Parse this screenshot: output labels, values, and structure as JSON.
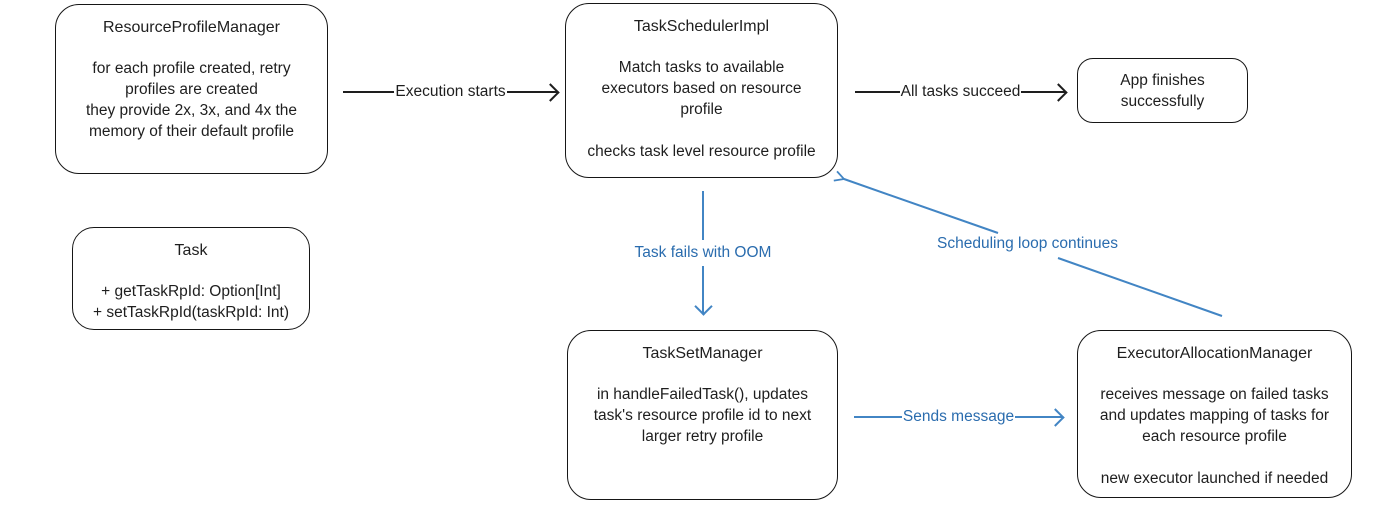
{
  "canvas": {
    "background": "#ffffff",
    "ink_color": "#1e1e1e",
    "border_color": "#161616",
    "blue_line_color": "#4285c4",
    "blue_text_color": "#2a6cae"
  },
  "boxes": {
    "rpm": {
      "title": "ResourceProfileManager",
      "p1": "for each profile created, retry\nprofiles are created\nthey provide 2x, 3x, and 4x the\nmemory of their default profile"
    },
    "task": {
      "title": "Task",
      "p1": "+ getTaskRpId: Option[Int]\n+ setTaskRpId(taskRpId: Int)"
    },
    "tsi": {
      "title": "TaskSchedulerImpl",
      "p1": "Match tasks to available\nexecutors based on resource\nprofile",
      "p2": "checks task level resource profile"
    },
    "app": {
      "p1": "App finishes\nsuccessfully"
    },
    "tsm": {
      "title": "TaskSetManager",
      "p1": "in handleFailedTask(), updates\ntask's resource profile id to next\nlarger retry profile"
    },
    "eam": {
      "title": "ExecutorAllocationManager",
      "p1": "receives message on failed tasks\nand updates mapping of tasks for\neach resource profile",
      "p2": "new executor launched if needed"
    }
  },
  "arrows": {
    "execution_starts": {
      "label": "Execution starts"
    },
    "all_tasks_succeed": {
      "label": "All tasks succeed"
    },
    "task_fails_oom": {
      "label": "Task fails with OOM"
    },
    "scheduling_loop": {
      "label": "Scheduling loop continues"
    },
    "sends_message": {
      "label": "Sends message"
    }
  }
}
